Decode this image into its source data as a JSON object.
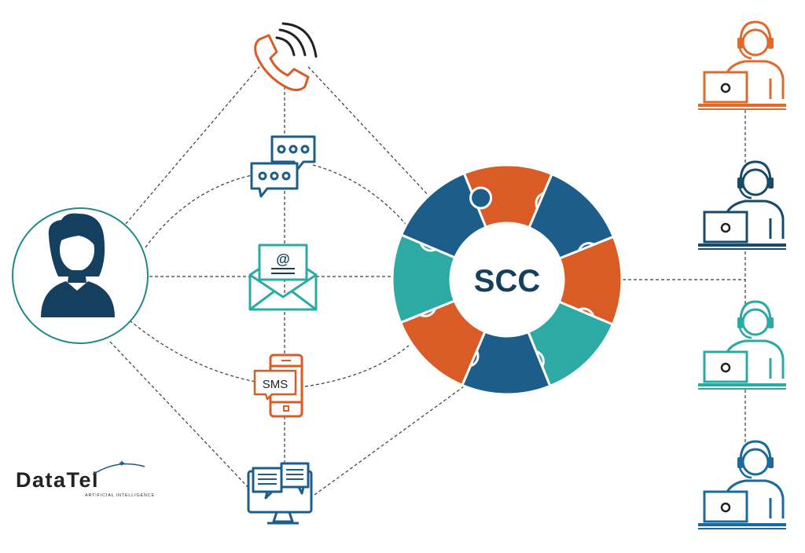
{
  "hub": {
    "label": "SCC"
  },
  "channels": [
    {
      "name": "phone",
      "icon": "phone-icon"
    },
    {
      "name": "chat",
      "icon": "chat-bubbles-icon"
    },
    {
      "name": "email",
      "icon": "email-icon"
    },
    {
      "name": "sms",
      "icon": "sms-phone-icon",
      "label": "SMS"
    },
    {
      "name": "web-chat",
      "icon": "monitor-chat-icon"
    }
  ],
  "customer": {
    "icon": "customer-avatar-icon"
  },
  "agents": [
    {
      "icon": "agent-headset-icon",
      "color": "#e06a2c"
    },
    {
      "icon": "agent-headset-icon",
      "color": "#184a6b"
    },
    {
      "icon": "agent-headset-icon",
      "color": "#2ba9a2"
    },
    {
      "icon": "agent-headset-icon",
      "color": "#1a6a9c"
    }
  ],
  "logo": {
    "text": "DataTel",
    "tagline": "ARTIFICIAL INTELLIGENCE"
  },
  "colors": {
    "orange": "#d95b26",
    "navy": "#1c5d8a",
    "teal": "#2eaaa5",
    "dark": "#153f5f",
    "line": "#3a3a3a"
  }
}
